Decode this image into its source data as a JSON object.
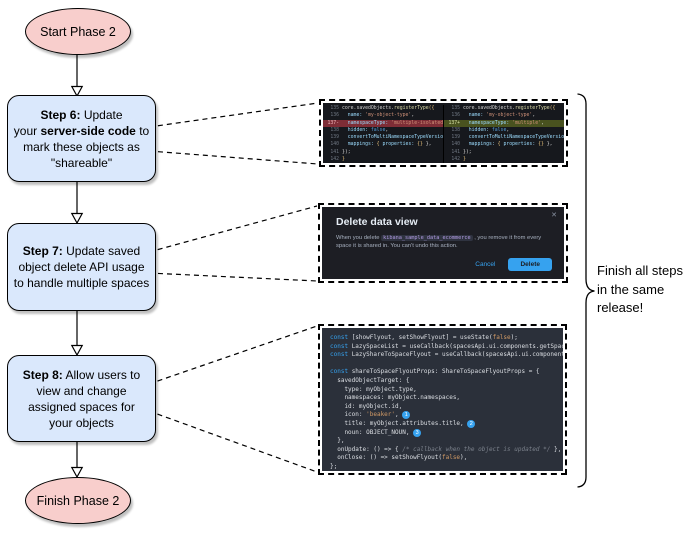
{
  "colors": {
    "node_blue": "#dae8fc",
    "node_pink": "#f8cecc",
    "accent_blue": "#36a2ef",
    "diff_removed_bg": "#7e2d36",
    "diff_added_bg": "#49521f",
    "dialog_bg": "#1d1e24",
    "code_bg": "#2b303a"
  },
  "flow": {
    "start_label": "Start Phase 2",
    "finish_label": "Finish Phase 2",
    "step6_segments": [
      {
        "t": "Step 6:",
        "c": "b"
      },
      {
        "t": " Update",
        "c": ""
      },
      {
        "c": "br"
      },
      {
        "t": "your ",
        "c": ""
      },
      {
        "t": "server-side code",
        "c": "b"
      },
      {
        "t": " to",
        "c": ""
      },
      {
        "c": "br"
      },
      {
        "t": "mark these objects as",
        "c": ""
      },
      {
        "c": "br"
      },
      {
        "t": "\"shareable\"",
        "c": ""
      }
    ],
    "step7_segments": [
      {
        "t": "Step 7:",
        "c": "b"
      },
      {
        "t": " Update saved",
        "c": ""
      },
      {
        "c": "br"
      },
      {
        "t": "object delete API usage",
        "c": ""
      },
      {
        "c": "br"
      },
      {
        "t": "to handle multiple spaces",
        "c": ""
      }
    ],
    "step8_segments": [
      {
        "t": "Step 8:",
        "c": "b"
      },
      {
        "t": " Allow users to",
        "c": ""
      },
      {
        "c": "br"
      },
      {
        "t": "view and change",
        "c": ""
      },
      {
        "c": "br"
      },
      {
        "t": "assigned spaces for",
        "c": ""
      },
      {
        "c": "br"
      },
      {
        "t": "your objects",
        "c": ""
      }
    ]
  },
  "note": {
    "segments": [
      {
        "t": "Finish all steps",
        "c": ""
      },
      {
        "c": "br"
      },
      {
        "t": "in the same",
        "c": ""
      },
      {
        "c": "br"
      },
      {
        "t": "release!",
        "c": ""
      }
    ]
  },
  "diff": {
    "left_lines": [
      {
        "num": "135",
        "cls": "",
        "seg": [
          {
            "t": "core.savedObjects.",
            "c": "pl"
          },
          {
            "t": "registerType",
            "c": "fn"
          },
          {
            "t": "({",
            "c": "ye"
          }
        ]
      },
      {
        "num": "136",
        "cls": "",
        "seg": [
          {
            "t": "  name: ",
            "c": "pr"
          },
          {
            "t": "'my-object-type'",
            "c": "st"
          },
          {
            "t": ",",
            "c": "pl"
          }
        ]
      },
      {
        "num": "137-",
        "cls": "removed",
        "seg": [
          {
            "t": "  namespaceType: ",
            "c": "pr"
          },
          {
            "t": "'multiple-isolated'",
            "c": "st"
          },
          {
            "t": ",",
            "c": "pl"
          }
        ]
      },
      {
        "num": "138",
        "cls": "",
        "seg": [
          {
            "t": "  hidden: ",
            "c": "pr"
          },
          {
            "t": "false",
            "c": "kw"
          },
          {
            "t": ",",
            "c": "pl"
          }
        ]
      },
      {
        "num": "139",
        "cls": "",
        "seg": [
          {
            "t": "  convertToMultiNamespaceTypeVersion: ",
            "c": "pr"
          },
          {
            "t": "'",
            "c": "st"
          }
        ]
      },
      {
        "num": "140",
        "cls": "",
        "seg": [
          {
            "t": "  mappings: ",
            "c": "pr"
          },
          {
            "t": "{ ",
            "c": "ye"
          },
          {
            "t": "properties: ",
            "c": "pr"
          },
          {
            "t": "{}",
            "c": "ye"
          },
          {
            "t": " },",
            "c": "pl"
          }
        ]
      },
      {
        "num": "141",
        "cls": "",
        "seg": [
          {
            "t": "});",
            "c": "pl"
          }
        ]
      },
      {
        "num": "142",
        "cls": "",
        "seg": [
          {
            "t": "}",
            "c": "ye"
          }
        ]
      }
    ],
    "right_lines": [
      {
        "num": "135",
        "cls": "",
        "seg": [
          {
            "t": "core.savedObjects.",
            "c": "pl"
          },
          {
            "t": "registerType",
            "c": "fn"
          },
          {
            "t": "({",
            "c": "ye"
          }
        ]
      },
      {
        "num": "136",
        "cls": "",
        "seg": [
          {
            "t": "  name: ",
            "c": "pr"
          },
          {
            "t": "'my-object-type'",
            "c": "st"
          },
          {
            "t": ",",
            "c": "pl"
          }
        ]
      },
      {
        "num": "137+",
        "cls": "added",
        "seg": [
          {
            "t": "  namespaceType: ",
            "c": "pr"
          },
          {
            "t": "'multiple'",
            "c": "st"
          },
          {
            "t": ",",
            "c": "pl"
          }
        ]
      },
      {
        "num": "138",
        "cls": "",
        "seg": [
          {
            "t": "  hidden: ",
            "c": "pr"
          },
          {
            "t": "false",
            "c": "kw"
          },
          {
            "t": ",",
            "c": "pl"
          }
        ]
      },
      {
        "num": "139",
        "cls": "",
        "seg": [
          {
            "t": "  convertToMultiNamespaceTypeVersion: ",
            "c": "pr"
          },
          {
            "t": "'",
            "c": "st"
          }
        ]
      },
      {
        "num": "140",
        "cls": "",
        "seg": [
          {
            "t": "  mappings: ",
            "c": "pr"
          },
          {
            "t": "{ ",
            "c": "ye"
          },
          {
            "t": "properties: ",
            "c": "pr"
          },
          {
            "t": "{}",
            "c": "ye"
          },
          {
            "t": " },",
            "c": "pl"
          }
        ]
      },
      {
        "num": "141",
        "cls": "",
        "seg": [
          {
            "t": "});",
            "c": "pl"
          }
        ]
      },
      {
        "num": "142",
        "cls": "",
        "seg": [
          {
            "t": "}",
            "c": "ye"
          }
        ]
      }
    ]
  },
  "dialog": {
    "title": "Delete data view",
    "close_icon": "✕",
    "body_before": "When you delete ",
    "body_code": "kibana_sample_data_ecommerce",
    "body_after": " , you remove it from every space it is shared in. You can't undo this action.",
    "cancel_label": "Cancel",
    "delete_label": "Delete"
  },
  "code": {
    "lines": [
      {
        "seg": [
          {
            "t": "const ",
            "c": "kw"
          },
          {
            "t": "[showFlyout, setShowFlyout] = useState(",
            "c": "pl"
          },
          {
            "t": "false",
            "c": "no"
          },
          {
            "t": ");",
            "c": "pl"
          }
        ]
      },
      {
        "seg": [
          {
            "t": "const ",
            "c": "kw"
          },
          {
            "t": "LazySpaceList = useCallback(spacesApi.ui.components.getSpaceLi",
            "c": "pl"
          }
        ]
      },
      {
        "seg": [
          {
            "t": "const ",
            "c": "kw"
          },
          {
            "t": "LazyShareToSpaceFlyout = useCallback(spacesApi.ui.components.ge",
            "c": "pl"
          }
        ]
      },
      {
        "seg": []
      },
      {
        "seg": [
          {
            "t": "const ",
            "c": "kw"
          },
          {
            "t": "shareToSpaceFlyoutProps: ShareToSpaceFlyoutProps = {",
            "c": "pl"
          }
        ]
      },
      {
        "seg": [
          {
            "t": "  savedObjectTarget: {",
            "c": "pl"
          }
        ]
      },
      {
        "seg": [
          {
            "t": "    type: myObject.type,",
            "c": "pl"
          }
        ]
      },
      {
        "seg": [
          {
            "t": "    namespaces: myObject.namespaces,",
            "c": "pl"
          }
        ]
      },
      {
        "seg": [
          {
            "t": "    id: myObject.id,",
            "c": "pl"
          }
        ]
      },
      {
        "seg": [
          {
            "t": "    icon: ",
            "c": "pl"
          },
          {
            "t": "'beaker'",
            "c": "st"
          },
          {
            "t": ", ",
            "c": "pl"
          },
          {
            "t": "1",
            "c": "badge"
          }
        ]
      },
      {
        "seg": [
          {
            "t": "    title: myObject.attributes.title, ",
            "c": "pl"
          },
          {
            "t": "2",
            "c": "badge"
          }
        ]
      },
      {
        "seg": [
          {
            "t": "    noun: OBJECT_NOUN, ",
            "c": "pl"
          },
          {
            "t": "3",
            "c": "badge"
          }
        ]
      },
      {
        "seg": [
          {
            "t": "  },",
            "c": "pl"
          }
        ]
      },
      {
        "seg": [
          {
            "t": "  onUpdate: () => { ",
            "c": "pl"
          },
          {
            "t": "/* callback when the object is updated */",
            "c": "cm"
          },
          {
            "t": " },",
            "c": "pl"
          }
        ]
      },
      {
        "seg": [
          {
            "t": "  onClose: () => setShowFlyout(",
            "c": "pl"
          },
          {
            "t": "false",
            "c": "no"
          },
          {
            "t": "),",
            "c": "pl"
          }
        ]
      },
      {
        "seg": [
          {
            "t": "};",
            "c": "pl"
          }
        ]
      }
    ]
  }
}
